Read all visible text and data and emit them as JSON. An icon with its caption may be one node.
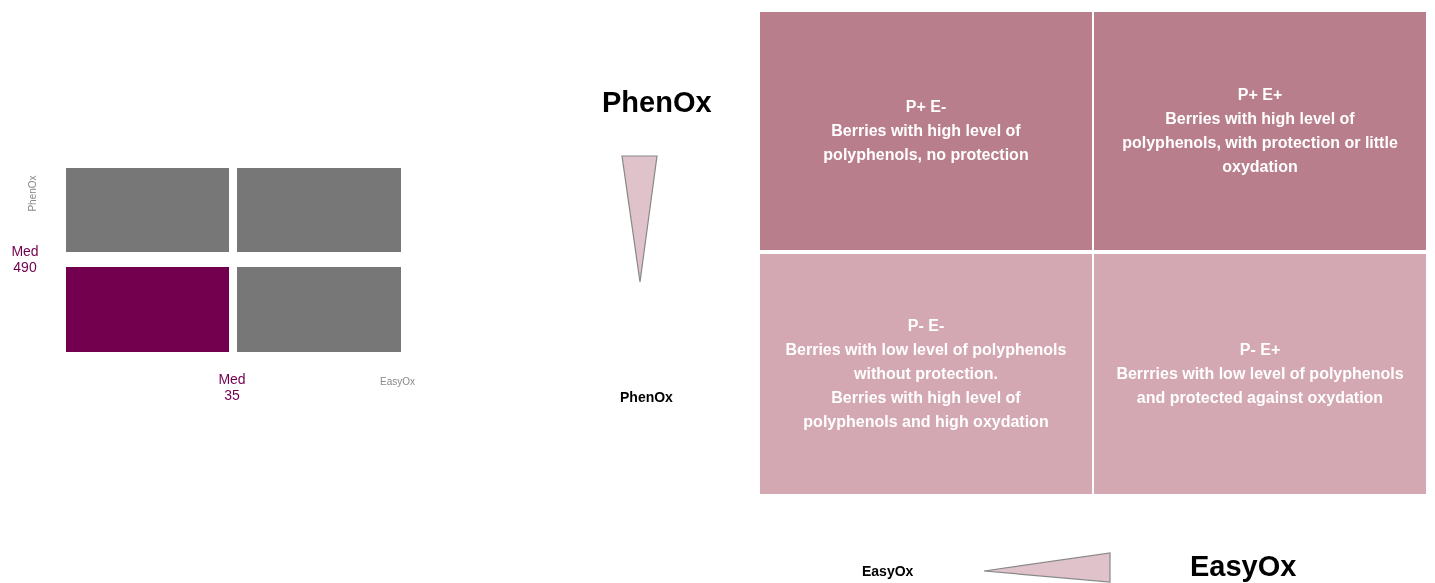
{
  "diagram": {
    "nodes": [
      {
        "text": [],
        "shape": "box"
      },
      {
        "text": [],
        "shape": "box"
      },
      {
        "text": [],
        "shape": "box"
      },
      {
        "text": [],
        "shape": "box"
      },
      {
        "text": [
          "P+ E-",
          "Berries with high level of polyphenols, no protection"
        ]
      },
      {
        "text": [
          "P+ E+",
          "Berries with high level of polyphenols, with protection or little oxydation"
        ]
      },
      {
        "text": [
          "P- E-",
          "Berries with low level of polyphenols without protection.",
          "Berries with high level of polyphenols and high oxydation"
        ]
      },
      {
        "text": [
          "P- E+",
          "Berrries with low level of polyphenols and protected against oxydation"
        ]
      }
    ],
    "edges": [],
    "labels": [
      "PhenOx",
      "PhenOx",
      "Med 490",
      "Med 35",
      "EasyOx",
      "PhenOx",
      "EasyOx",
      "EasyOx"
    ]
  }
}
